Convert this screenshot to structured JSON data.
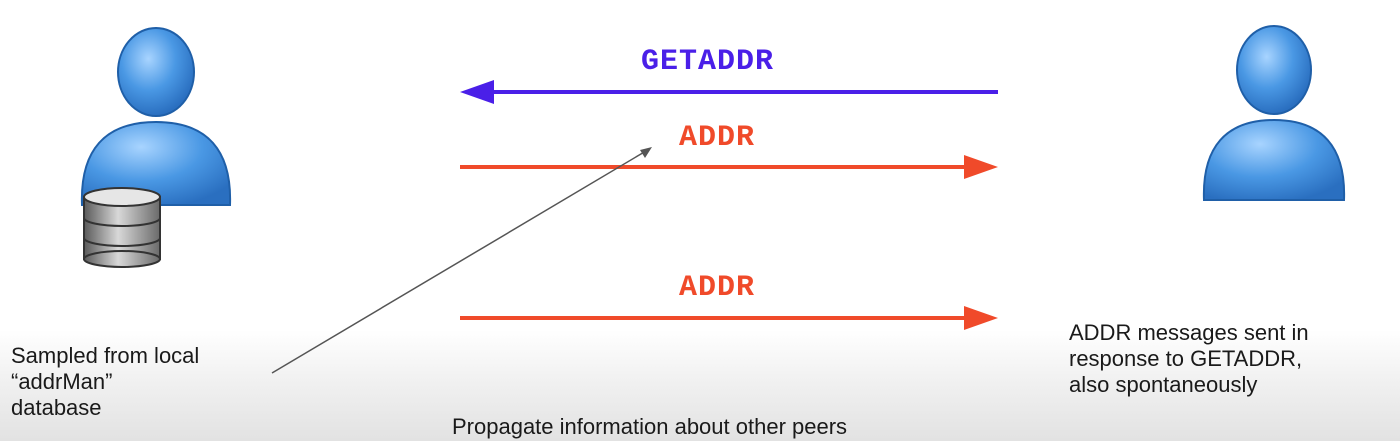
{
  "diagram": {
    "messages": [
      {
        "label": "GETADDR",
        "direction": "left",
        "color": "#4a1fe8"
      },
      {
        "label": "ADDR",
        "direction": "right",
        "color": "#f04a2a"
      },
      {
        "label": "ADDR",
        "direction": "right",
        "color": "#f04a2a"
      }
    ],
    "left_peer": {
      "icon": "user-icon",
      "accessory_icon": "database-icon",
      "caption_lines": [
        "Sampled from local",
        "“addrMan”",
        "database"
      ]
    },
    "right_peer": {
      "icon": "user-icon",
      "caption_lines": [
        "ADDR messages sent in",
        "response to GETADDR,",
        "also spontaneously"
      ]
    },
    "footer_caption": "Propagate information about other peers",
    "colors": {
      "user_blue": "#3a86d6",
      "user_outline": "#1f5fa8",
      "pointer_line": "#555555"
    }
  }
}
